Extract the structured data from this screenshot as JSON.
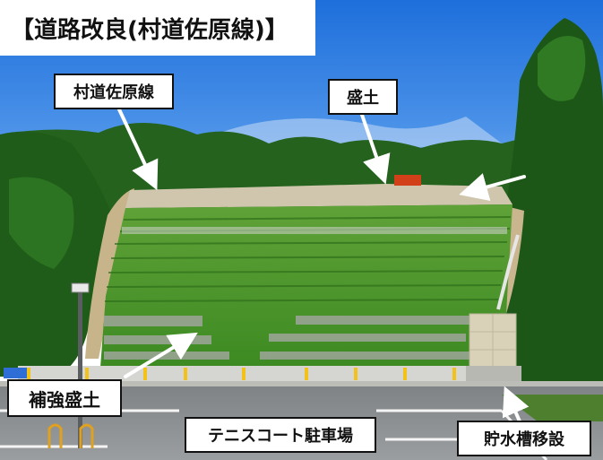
{
  "title": "【道路改良(村道佐原線)】",
  "labels": {
    "road": "村道佐原線",
    "fill": "盛土",
    "reinforced_fill": "補強盛土",
    "parking": "テニスコート駐車場",
    "water_tank": "貯水槽移設"
  },
  "colors": {
    "sky": "#2f7fe0",
    "grass": "#4f9a2a",
    "forest": "#1f5a1a",
    "asphalt": "#8a8d90",
    "fill_top": "#cfc6ad"
  }
}
